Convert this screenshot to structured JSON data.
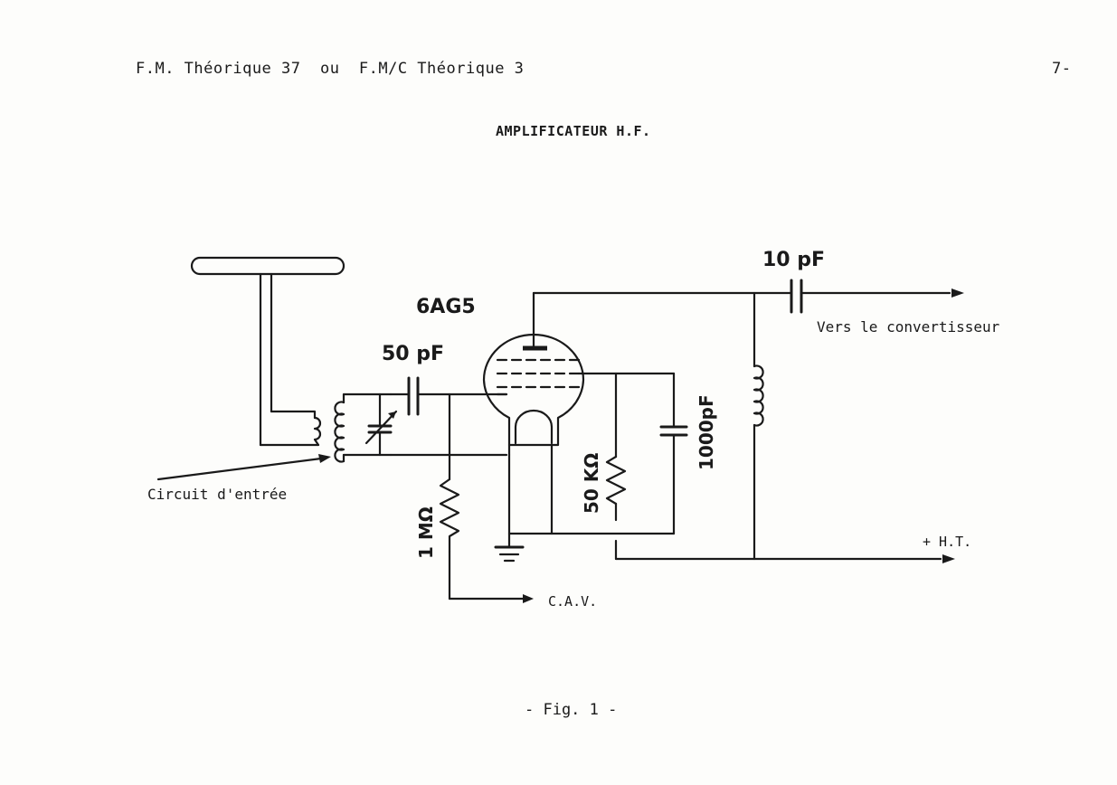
{
  "header": {
    "left": "F.M. Théorique 37  ou  F.M/C Théorique 3",
    "right": "7-"
  },
  "title": "AMPLIFICATEUR H.F.",
  "labels": {
    "tube": "6AG5",
    "c_in": "50 pF",
    "c_out": "10 pF",
    "c_bypass": "1000pF",
    "r_screen": "50 KΩ",
    "r_grid": "1 MΩ",
    "to_converter": "Vers le convertisseur",
    "ht": "+ H.T.",
    "cav": "C.A.V.",
    "input_circuit": "Circuit d'entrée"
  },
  "caption": "- Fig. 1 -"
}
